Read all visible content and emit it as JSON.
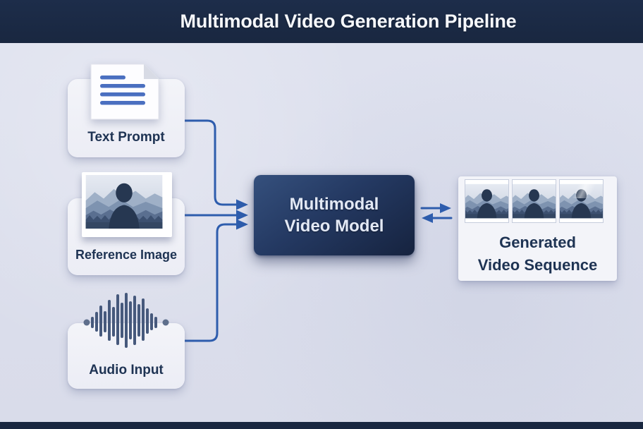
{
  "header": {
    "title": "Multimodal Video Generation Pipeline"
  },
  "inputs": [
    {
      "label": "Text Prompt",
      "icon": "document-icon"
    },
    {
      "label": "Reference Image",
      "icon": "photo-icon"
    },
    {
      "label": "Audio Input",
      "icon": "waveform-icon"
    }
  ],
  "model": {
    "line1": "Multimodal",
    "line2": "Video Model"
  },
  "output": {
    "line1": "Generated",
    "line2": "Video Sequence",
    "frame_count": 3
  },
  "colors": {
    "band_navy": "#192740",
    "canvas_bg": "#dcdfed",
    "card_bg": "#f1f2f8",
    "label_text": "#1e3353",
    "arrow_blue": "#2e5dad",
    "model_gradient_start": "#35507d",
    "model_gradient_end": "#16233f",
    "model_text": "#e3e9f5",
    "doc_line_blue": "#4a6fc0"
  }
}
